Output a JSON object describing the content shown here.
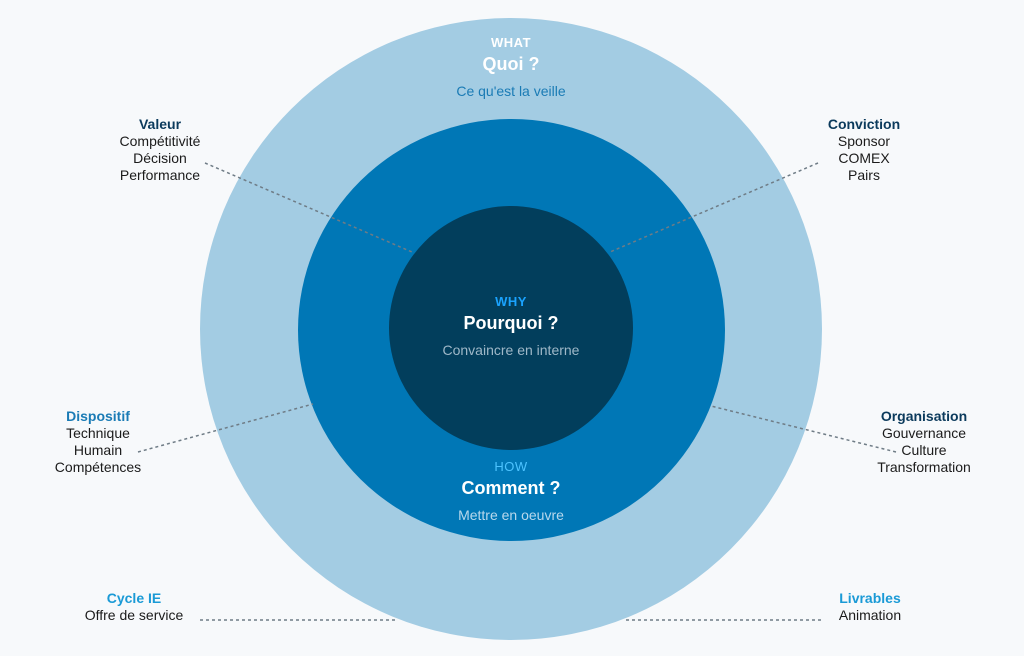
{
  "circles": {
    "what": {
      "tag": "WHAT",
      "question": "Quoi ?",
      "description": "Ce qu'est la veille"
    },
    "why": {
      "tag": "WHY",
      "question": "Pourquoi ?",
      "description": "Convaincre en interne"
    },
    "how": {
      "tag": "HOW",
      "question": "Comment ?",
      "description": "Mettre en oeuvre"
    }
  },
  "labels": {
    "valeur": {
      "title": "Valeur",
      "items": [
        "Compétitivité",
        "Décision",
        "Performance"
      ]
    },
    "conviction": {
      "title": "Conviction",
      "items": [
        "Sponsor",
        "COMEX",
        "Pairs"
      ]
    },
    "dispositif": {
      "title": "Dispositif",
      "items": [
        "Technique",
        "Humain",
        "Compétences"
      ]
    },
    "organisation": {
      "title": "Organisation",
      "items": [
        "Gouvernance",
        "Culture",
        "Transformation"
      ]
    },
    "cycle": {
      "title": "Cycle IE",
      "items": [
        "Offre de service"
      ]
    },
    "livrables": {
      "title": "Livrables",
      "items": [
        "Animation"
      ]
    }
  },
  "colors": {
    "outer": "#a3cce3",
    "middle": "#0077b6",
    "inner": "#023e5c",
    "background": "#f7f9fb"
  }
}
